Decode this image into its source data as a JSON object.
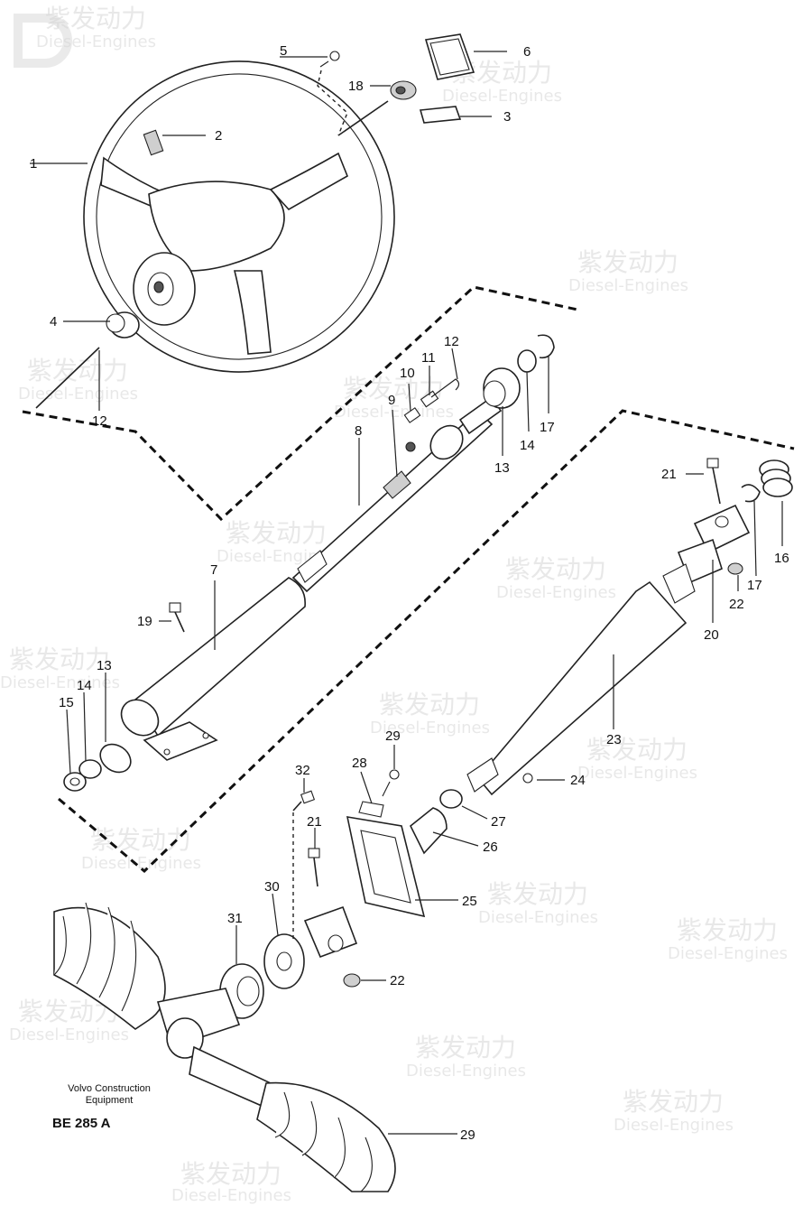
{
  "watermark": {
    "brand": "紫发动力",
    "sub": "Diesel-Engines"
  },
  "caption": {
    "line1": "Volvo Construction",
    "line2": "Equipment",
    "code": "BE 285 A"
  },
  "callouts": {
    "c1": "1",
    "c2": "2",
    "c3": "3",
    "c4": "4",
    "c5": "5",
    "c6": "6",
    "c7": "7",
    "c8": "8",
    "c9": "9",
    "c10": "10",
    "c11": "11",
    "c12a": "12",
    "c12b": "12",
    "c13a": "13",
    "c13b": "13",
    "c14a": "14",
    "c14b": "14",
    "c15": "15",
    "c16": "16",
    "c17a": "17",
    "c17b": "17",
    "c18": "18",
    "c19": "19",
    "c20": "20",
    "c21a": "21",
    "c21b": "21",
    "c22a": "22",
    "c22b": "22",
    "c23": "23",
    "c24": "24",
    "c25": "25",
    "c26": "26",
    "c27": "27",
    "c28": "28",
    "c29a": "29",
    "c29b": "29",
    "c30": "30",
    "c31": "31",
    "c32": "32"
  }
}
